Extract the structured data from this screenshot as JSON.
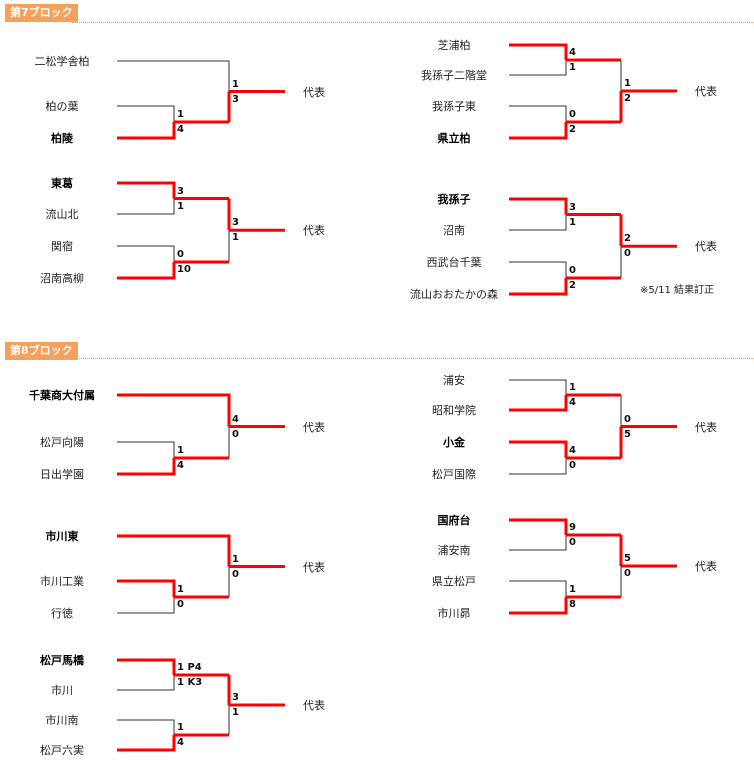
{
  "blocks": [
    {
      "title": "第7ブロック",
      "brackets": [
        {
          "teams": [
            "二松学舎柏",
            "柏の葉",
            "柏陵"
          ],
          "bye": true,
          "semis": [
            {
              "scores": [
                "1",
                "4"
              ],
              "winner": 1
            }
          ],
          "final": {
            "scores": [
              "1",
              "3"
            ],
            "winner": 1
          }
        },
        {
          "teams": [
            "東葛",
            "流山北",
            "関宿",
            "沼南高柳"
          ],
          "bye": false,
          "semis": [
            {
              "scores": [
                "3",
                "1"
              ],
              "winner": 0
            },
            {
              "scores": [
                "0",
                "10"
              ],
              "winner": 1
            }
          ],
          "final": {
            "scores": [
              "3",
              "1"
            ],
            "winner": 0
          }
        },
        {
          "teams": [
            "芝浦柏",
            "我孫子二階堂",
            "我孫子東",
            "県立柏"
          ],
          "bye": false,
          "semis": [
            {
              "scores": [
                "4",
                "1"
              ],
              "winner": 0
            },
            {
              "scores": [
                "0",
                "2"
              ],
              "winner": 1
            }
          ],
          "final": {
            "scores": [
              "1",
              "2"
            ],
            "winner": 1
          }
        },
        {
          "teams": [
            "我孫子",
            "沼南",
            "西武台千葉",
            "流山おおたかの森"
          ],
          "bye": false,
          "semis": [
            {
              "scores": [
                "3",
                "1"
              ],
              "winner": 0
            },
            {
              "scores": [
                "0",
                "2"
              ],
              "winner": 1
            }
          ],
          "final": {
            "scores": [
              "2",
              "0"
            ],
            "winner": 0
          }
        }
      ],
      "note": "※5/11 結果訂正"
    },
    {
      "title": "第8ブロック",
      "brackets": [
        {
          "teams": [
            "千葉商大付属",
            "松戸向陽",
            "日出学園"
          ],
          "bye": true,
          "semis": [
            {
              "scores": [
                "1",
                "4"
              ],
              "winner": 1
            }
          ],
          "final": {
            "scores": [
              "4",
              "0"
            ],
            "winner": 0
          }
        },
        {
          "teams": [
            "市川東",
            "市川工業",
            "行徳"
          ],
          "bye": true,
          "semis": [
            {
              "scores": [
                "1",
                "0"
              ],
              "winner": 0
            }
          ],
          "final": {
            "scores": [
              "1",
              "0"
            ],
            "winner": 0
          }
        },
        {
          "teams": [
            "松戸馬橋",
            "市川",
            "市川南",
            "松戸六実"
          ],
          "bye": false,
          "semis": [
            {
              "scores": [
                "1 P4",
                "1 K3"
              ],
              "winner": 0
            },
            {
              "scores": [
                "1",
                "4"
              ],
              "winner": 1
            }
          ],
          "final": {
            "scores": [
              "3",
              "1"
            ],
            "winner": 0
          }
        },
        {
          "teams": [
            "浦安",
            "昭和学院",
            "小金",
            "松戸国際"
          ],
          "bye": false,
          "semis": [
            {
              "scores": [
                "1",
                "4"
              ],
              "winner": 1
            },
            {
              "scores": [
                "4",
                "0"
              ],
              "winner": 0
            }
          ],
          "final": {
            "scores": [
              "0",
              "5"
            ],
            "winner": 1
          }
        },
        {
          "teams": [
            "国府台",
            "浦安南",
            "県立松戸",
            "市川昴"
          ],
          "bye": false,
          "semis": [
            {
              "scores": [
                "9",
                "0"
              ],
              "winner": 0
            },
            {
              "scores": [
                "1",
                "8"
              ],
              "winner": 1
            }
          ],
          "final": {
            "scores": [
              "5",
              "0"
            ],
            "winner": 0
          }
        }
      ]
    }
  ],
  "representative_label": "代表",
  "colors": {
    "winner_line": "#ff0000",
    "loser_line": "#333333",
    "header_bg": "#f6a05a"
  }
}
